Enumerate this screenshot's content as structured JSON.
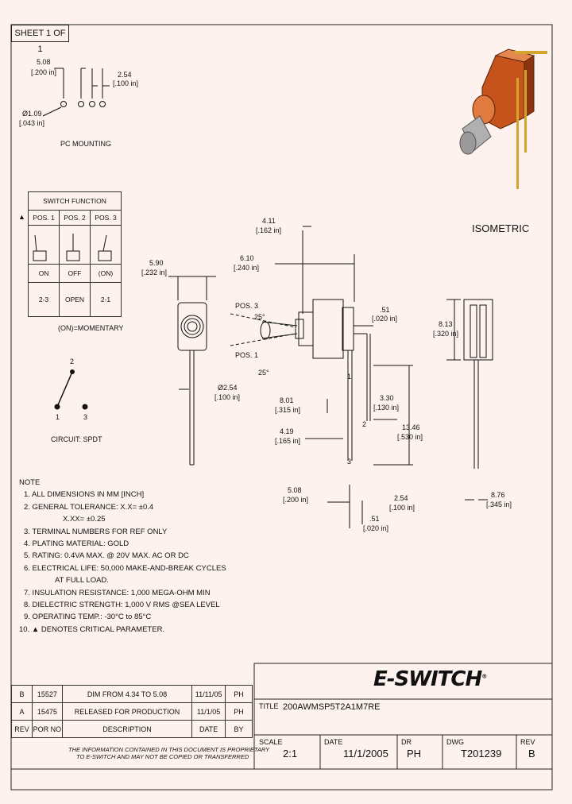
{
  "sheet": "SHEET 1 OF 1",
  "pc_mounting": {
    "d1": "5.08",
    "d1_in": "[.200 in]",
    "d2": "2.54",
    "d2_in": "[.100 in]",
    "hole": "Ø1.09",
    "hole_in": "[.043 in]",
    "label": "PC MOUNTING"
  },
  "isometric_label": "ISOMETRIC",
  "switch_function": {
    "title": "SWITCH FUNCTION",
    "positions": [
      "POS. 1",
      "POS. 2",
      "POS. 3"
    ],
    "states": [
      "ON",
      "OFF",
      "(ON)"
    ],
    "connections": [
      "2-3",
      "OPEN",
      "2-1"
    ],
    "footnote": "(ON)=MOMENTARY",
    "marker": "▲"
  },
  "circuit": {
    "label": "CIRCUIT: SPDT",
    "pins": [
      "2",
      "1",
      "3"
    ]
  },
  "dims": {
    "w590": "5.90",
    "w590_in": "[.232 in]",
    "d411": "4.11",
    "d411_in": "[.162 in]",
    "d610": "6.10",
    "d610_in": "[.240 in]",
    "pos3": "POS. 3",
    "pos1": "POS. 1",
    "ang1": "25°",
    "ang2": "25°",
    "d51": ".51",
    "d51_in": "[.020 in]",
    "d254a": "Ø2.54",
    "d254a_in": "[.100 in]",
    "d801": "8.01",
    "d801_in": "[.315 in]",
    "d419": "4.19",
    "d419_in": "[.165 in]",
    "d330": "3.30",
    "d330_in": "[.130 in]",
    "d1346": "13.46",
    "d1346_in": "[.530 in]",
    "d508": "5.08",
    "d508_in": "[.200 in]",
    "d254b": "2.54",
    "d254b_in": "[.100 in]",
    "d51b": ".51",
    "d51b_in": "[.020 in]",
    "d813": "8.13",
    "d813_in": "[.320 in]",
    "d876": "8.76",
    "d876_in": "[.345 in]",
    "pin_labels": [
      "1",
      "2",
      "3"
    ]
  },
  "notes": {
    "title": "NOTE",
    "lines": [
      "1. ALL DIMENSIONS IN MM [INCH]",
      "2. GENERAL TOLERANCE: X.X= ±0.4",
      "X.XX= ±0.25",
      "3. TERMINAL NUMBERS FOR REF ONLY",
      "4. PLATING MATERIAL: GOLD",
      "5. RATING: 0.4VA MAX. @ 20V MAX. AC OR DC",
      "6. ELECTRICAL LIFE: 50,000 MAKE-AND-BREAK CYCLES",
      "AT FULL LOAD.",
      "7. INSULATION RESISTANCE: 1,000 MEGA-OHM MIN",
      "8. DIELECTRIC STRENGTH: 1,000 V RMS @SEA LEVEL",
      "9. OPERATING TEMP.: -30°C to 85°C",
      "10. ▲ DENOTES CRITICAL PARAMETER."
    ]
  },
  "revisions": [
    {
      "rev": "B",
      "por": "15527",
      "desc": "DIM FROM 4.34 TO 5.08",
      "date": "11/11/05",
      "by": "PH"
    },
    {
      "rev": "A",
      "por": "15475",
      "desc": "RELEASED FOR PRODUCTION",
      "date": "11/1/05",
      "by": "PH"
    }
  ],
  "rev_headers": {
    "rev": "REV",
    "por": "POR NO",
    "desc": "DESCRIPTION",
    "date": "DATE",
    "by": "BY"
  },
  "proprietary": [
    "THE INFORMATION CONTAINED IN THIS DOCUMENT IS PROPRIETARY",
    "TO E-SWITCH AND MAY NOT BE COPIED OR TRANSFERRED"
  ],
  "logo": {
    "text": "E-SWITCH",
    "mark": "®"
  },
  "title_block": {
    "title_label": "TITLE",
    "title": "200AWMSP5T2A1M7RE",
    "scale_label": "SCALE",
    "scale": "2:1",
    "date_label": "DATE",
    "date": "11/1/2005",
    "dr_label": "DR",
    "dr": "PH",
    "dwg_label": "DWG",
    "dwg": "T201239",
    "rev_label": "REV",
    "rev": "B"
  }
}
